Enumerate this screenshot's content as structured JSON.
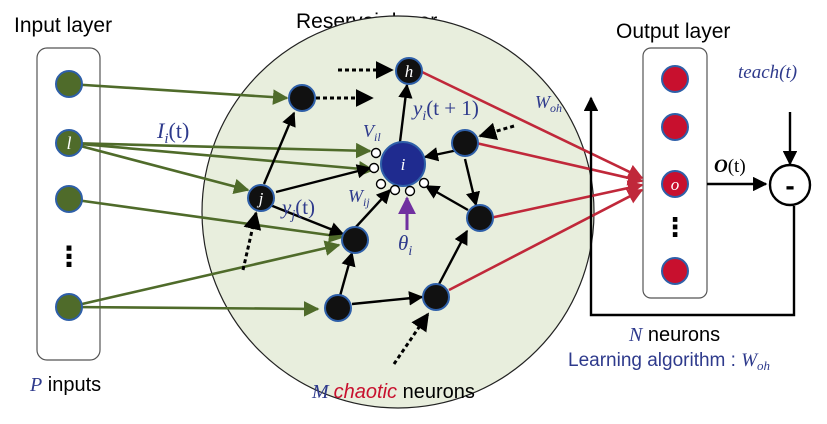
{
  "titles": {
    "input_layer": "Input layer",
    "reservoir_layer": "Reservoir layer",
    "output_layer": "Output layer"
  },
  "labels": {
    "P": "P",
    "inputs": " inputs",
    "M": "M ",
    "chaotic": "chaotic",
    "neurons_suffix": " neurons",
    "N": "N",
    "N_neurons": " neurons",
    "learning_algorithm": "Learning algorithm : ",
    "W_oh_bottom": "W",
    "W_oh_bottom_sub": "oh",
    "teach": "teach(t)",
    "O_t": "O",
    "O_t_arg": "(t)",
    "minus": "-",
    "I_i": "I",
    "I_i_sub": "i",
    "I_i_arg": "(t)",
    "V_il": "V",
    "V_il_sub": "il",
    "W_ij": "W",
    "W_ij_sub": "ij",
    "y_j": "y",
    "y_j_sub": "j",
    "y_j_arg": "(t)",
    "y_i": "y",
    "y_i_sub": "i",
    "y_i_arg": "(t + 1)",
    "W_oh": "W",
    "W_oh_sub": "oh",
    "theta": "θ",
    "theta_sub": "i",
    "dots": "⋮"
  },
  "nodes": {
    "l": "l",
    "j": "j",
    "h": "h",
    "i": "i",
    "o": "o"
  },
  "colors": {
    "input_node": "#4f6b2a",
    "input_arrow": "#4f6b2a",
    "reservoir_bg": "#e8eedd",
    "reservoir_node": "#111111",
    "center_node": "#1f2b8f",
    "output_node": "#c8102e",
    "output_arrow": "#c0283a",
    "text_blue": "#2e3a8c",
    "theta_arrow": "#7030a0"
  }
}
